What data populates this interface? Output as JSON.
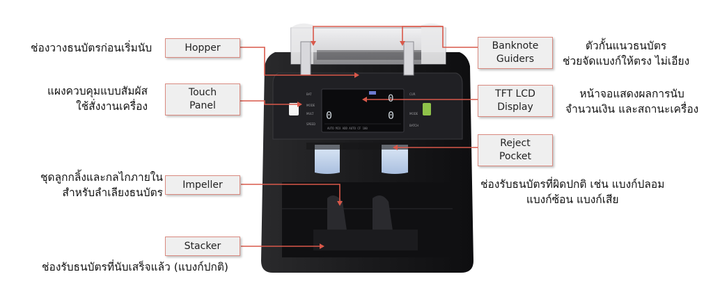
{
  "labels": {
    "hopper": "Hopper",
    "touch_panel": "Touch\nPanel",
    "impeller": "Impeller",
    "stacker": "Stacker",
    "banknote_guiders": "Banknote\nGuiders",
    "tft_lcd_display": "TFT LCD\nDisplay",
    "reject_pocket": "Reject\nPocket"
  },
  "descriptions": {
    "hopper": "ช่องวางธนบัตรก่อนเริ่มนับ",
    "touch_panel": "แผงควบคุมแบบสัมผัส\nใช้สั่งงานเครื่อง",
    "impeller": "ชุดลูกกลิ้งและกลไกภายใน\nสำหรับลำเลียงธนบัตร",
    "stacker": "ช่องรับธนบัตรที่นับเสร็จแล้ว (แบงก์ปกติ)",
    "banknote_guiders": "ตัวกั้นแนวธนบัตร\nช่วยจัดแบงก์ให้ตรง ไม่เอียง",
    "tft_lcd_display": "หน้าจอแสดงผลการนับ\nจำนวนเงิน และสถานะเครื่อง",
    "reject_pocket": "ช่องรับธนบัตรที่ผิดปกติ เช่น แบงก์ปลอม\nแบงก์ซ้อน แบงก์เสีย"
  },
  "lcd": {
    "left_count": "0",
    "right_count": "0",
    "top_count": "0"
  },
  "colors": {
    "label_border": "#d98a80",
    "leader_line": "#d9584a",
    "machine_body": "#1c1c1e",
    "reject_window": "#c4d6ee"
  }
}
